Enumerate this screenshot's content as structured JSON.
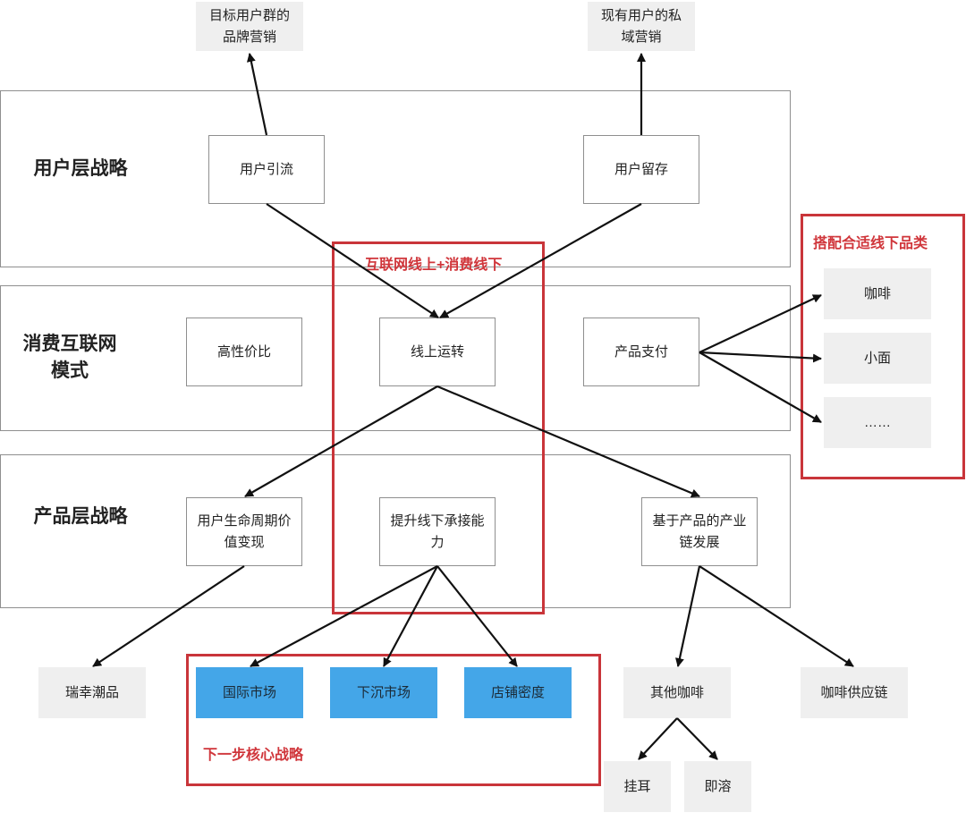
{
  "layers": {
    "user": "用户层战略",
    "consumer_line1": "消费互联网",
    "consumer_line2": "模式",
    "product": "产品层战略"
  },
  "nodes": {
    "target_brand": [
      "目标用户群的",
      "品牌营销"
    ],
    "private_domain": [
      "现有用户的私",
      "域营销"
    ],
    "user_acquisition": "用户引流",
    "user_retention": "用户留存",
    "value_for_money": "高性价比",
    "online_ops": "线上运转",
    "product_payment": "产品支付",
    "lifecycle_value": [
      "用户生命周期价",
      "值变现"
    ],
    "offline_capacity": [
      "提升线下承接能",
      "力"
    ],
    "industry_chain": [
      "基于产品的产业",
      "链发展"
    ],
    "coffee": "咖啡",
    "noodles": "小面",
    "ellipsis": "……",
    "luckin_trend": "瑞幸潮品",
    "intl_market": "国际市场",
    "sinking_market": "下沉市场",
    "store_density": "店铺密度",
    "other_coffee": "其他咖啡",
    "coffee_supply": "咖啡供应链",
    "drip_bag": "挂耳",
    "instant": "即溶"
  },
  "annotations": {
    "internet_plus_offline": "互联网线上+消费线下",
    "offline_categories": "搭配合适线下品类",
    "next_core_strategy": "下一步核心战略"
  },
  "colors": {
    "red_frame": "#c9353a",
    "blue_fill": "#44a6e8",
    "gray_fill": "#efefef",
    "border": "#8f8f8f"
  }
}
